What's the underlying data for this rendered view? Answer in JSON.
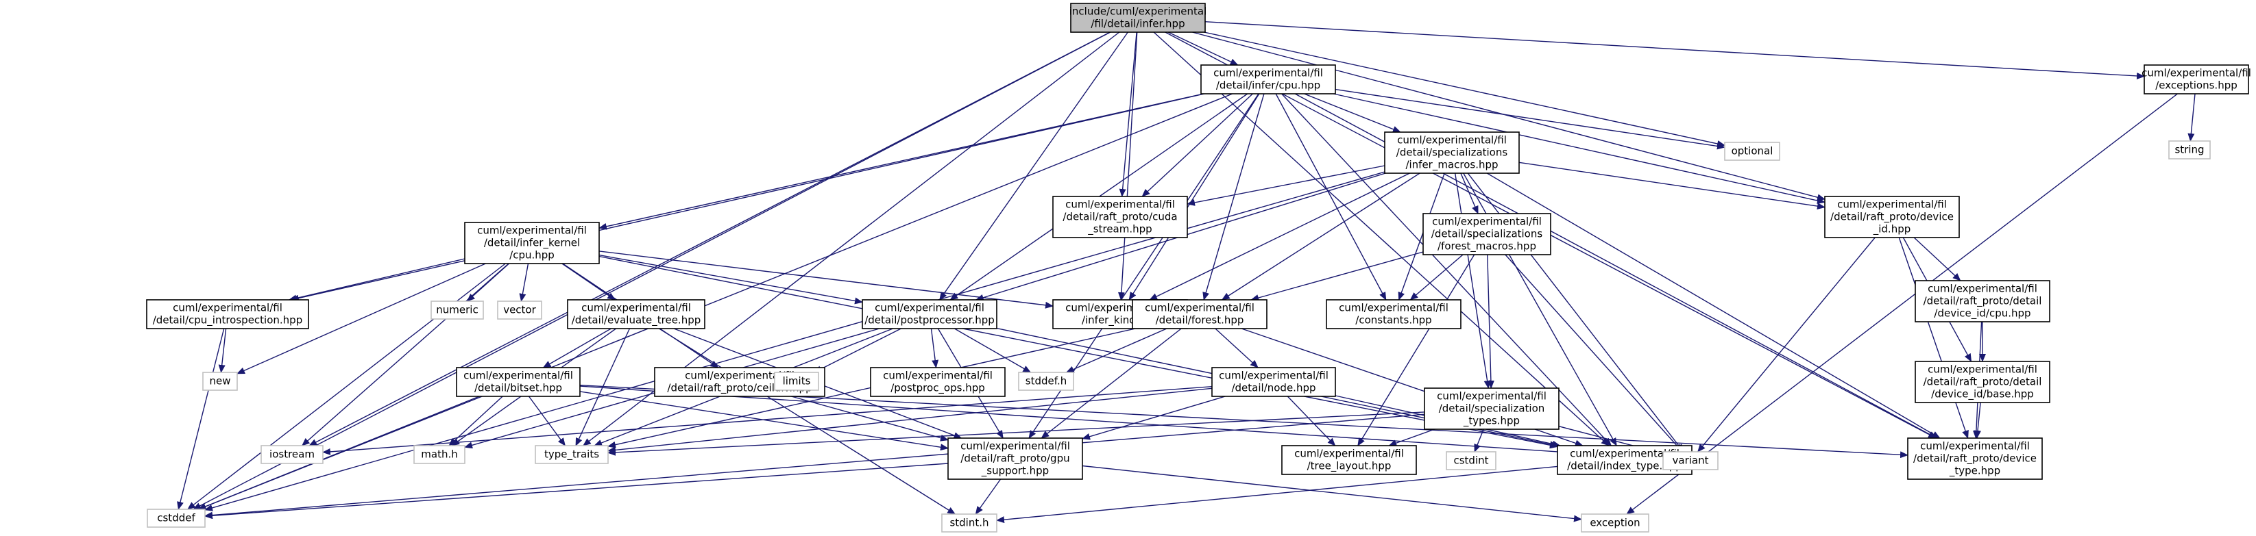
{
  "colors": {
    "edge": "#191970",
    "root_fill": "#bfbfbf",
    "ext_border": "#bfbfbf"
  },
  "nodes": [
    {
      "id": "infer",
      "kind": "root",
      "lines": [
        "include/cuml/experimental",
        "/fil/detail/infer.hpp"
      ]
    },
    {
      "id": "cpu",
      "kind": "main",
      "lines": [
        "cuml/experimental/fil",
        "/detail/infer/cpu.hpp"
      ]
    },
    {
      "id": "exceptions",
      "kind": "main",
      "lines": [
        "cuml/experimental/fil",
        "/exceptions.hpp"
      ]
    },
    {
      "id": "optional",
      "kind": "ext",
      "lines": [
        "optional"
      ]
    },
    {
      "id": "string",
      "kind": "ext",
      "lines": [
        "string"
      ]
    },
    {
      "id": "infer_macros",
      "kind": "main",
      "lines": [
        "cuml/experimental/fil",
        "/detail/specializations",
        "/infer_macros.hpp"
      ]
    },
    {
      "id": "cuda_stream",
      "kind": "main",
      "lines": [
        "cuml/experimental/fil",
        "/detail/raft_proto/cuda",
        "_stream.hpp"
      ]
    },
    {
      "id": "device_id",
      "kind": "main",
      "lines": [
        "cuml/experimental/fil",
        "/detail/raft_proto/device",
        "_id.hpp"
      ]
    },
    {
      "id": "infer_kernel",
      "kind": "main",
      "lines": [
        "cuml/experimental/fil",
        "/detail/infer_kernel",
        "/cpu.hpp"
      ]
    },
    {
      "id": "forest_macros",
      "kind": "main",
      "lines": [
        "cuml/experimental/fil",
        "/detail/specializations",
        "/forest_macros.hpp"
      ]
    },
    {
      "id": "device_id_cpu",
      "kind": "main",
      "lines": [
        "cuml/experimental/fil",
        "/detail/raft_proto/detail",
        "/device_id/cpu.hpp"
      ]
    },
    {
      "id": "cpu_intro",
      "kind": "main",
      "lines": [
        "cuml/experimental/fil",
        "/detail/cpu_introspection.hpp"
      ]
    },
    {
      "id": "numeric",
      "kind": "ext",
      "lines": [
        "numeric"
      ]
    },
    {
      "id": "vector",
      "kind": "ext",
      "lines": [
        "vector"
      ]
    },
    {
      "id": "evaluate_tree",
      "kind": "main",
      "lines": [
        "cuml/experimental/fil",
        "/detail/evaluate_tree.hpp"
      ]
    },
    {
      "id": "postprocessor",
      "kind": "main",
      "lines": [
        "cuml/experimental/fil",
        "/detail/postprocessor.hpp"
      ]
    },
    {
      "id": "infer_kind",
      "kind": "main",
      "lines": [
        "cuml/experimental/fil",
        "/infer_kind.hpp"
      ]
    },
    {
      "id": "forest",
      "kind": "main",
      "lines": [
        "cuml/experimental/fil",
        "/detail/forest.hpp"
      ]
    },
    {
      "id": "constants",
      "kind": "main",
      "lines": [
        "cuml/experimental/fil",
        "/constants.hpp"
      ]
    },
    {
      "id": "device_id_base",
      "kind": "main",
      "lines": [
        "cuml/experimental/fil",
        "/detail/raft_proto/detail",
        "/device_id/base.hpp"
      ]
    },
    {
      "id": "new",
      "kind": "ext",
      "lines": [
        "new"
      ]
    },
    {
      "id": "bitset",
      "kind": "main",
      "lines": [
        "cuml/experimental/fil",
        "/detail/bitset.hpp"
      ]
    },
    {
      "id": "ceildiv",
      "kind": "main",
      "lines": [
        "cuml/experimental/fil",
        "/detail/raft_proto/ceildiv.hpp"
      ]
    },
    {
      "id": "limits",
      "kind": "ext",
      "lines": [
        "limits"
      ]
    },
    {
      "id": "postproc_ops",
      "kind": "main",
      "lines": [
        "cuml/experimental/fil",
        "/postproc_ops.hpp"
      ]
    },
    {
      "id": "stddef",
      "kind": "ext",
      "lines": [
        "stddef.h"
      ]
    },
    {
      "id": "node",
      "kind": "main",
      "lines": [
        "cuml/experimental/fil",
        "/detail/node.hpp"
      ]
    },
    {
      "id": "spec_types",
      "kind": "main",
      "lines": [
        "cuml/experimental/fil",
        "/detail/specialization",
        "_types.hpp"
      ]
    },
    {
      "id": "iostream",
      "kind": "ext",
      "lines": [
        "iostream"
      ]
    },
    {
      "id": "math",
      "kind": "ext",
      "lines": [
        "math.h"
      ]
    },
    {
      "id": "type_traits",
      "kind": "ext",
      "lines": [
        "type_traits"
      ]
    },
    {
      "id": "gpu_support",
      "kind": "main",
      "lines": [
        "cuml/experimental/fil",
        "/detail/raft_proto/gpu",
        "_support.hpp"
      ]
    },
    {
      "id": "tree_layout",
      "kind": "main",
      "lines": [
        "cuml/experimental/fil",
        "/tree_layout.hpp"
      ]
    },
    {
      "id": "cstdint",
      "kind": "ext",
      "lines": [
        "cstdint"
      ]
    },
    {
      "id": "index_type",
      "kind": "main",
      "lines": [
        "cuml/experimental/fil",
        "/detail/index_type.hpp"
      ]
    },
    {
      "id": "variant",
      "kind": "ext",
      "lines": [
        "variant"
      ]
    },
    {
      "id": "device_type",
      "kind": "main",
      "lines": [
        "cuml/experimental/fil",
        "/detail/raft_proto/device",
        "_type.hpp"
      ]
    },
    {
      "id": "cstddef",
      "kind": "ext",
      "lines": [
        "cstddef"
      ]
    },
    {
      "id": "stdint",
      "kind": "ext",
      "lines": [
        "stdint.h"
      ]
    },
    {
      "id": "exception",
      "kind": "ext",
      "lines": [
        "exception"
      ]
    }
  ],
  "edges": [
    [
      "infer",
      "cpu"
    ],
    [
      "infer",
      "exceptions"
    ],
    [
      "infer",
      "optional"
    ],
    [
      "infer",
      "device_id"
    ],
    [
      "infer",
      "cuda_stream"
    ],
    [
      "infer",
      "postprocessor"
    ],
    [
      "infer",
      "infer_kind"
    ],
    [
      "infer",
      "iostream"
    ],
    [
      "infer",
      "type_traits"
    ],
    [
      "infer",
      "cstddef"
    ],
    [
      "infer",
      "index_type"
    ],
    [
      "infer",
      "device_type"
    ],
    [
      "exceptions",
      "string"
    ],
    [
      "exceptions",
      "exception"
    ],
    [
      "cpu",
      "optional"
    ],
    [
      "cpu",
      "infer_macros"
    ],
    [
      "cpu",
      "cuda_stream"
    ],
    [
      "cpu",
      "device_id"
    ],
    [
      "cpu",
      "infer_kernel"
    ],
    [
      "cpu",
      "cpu_intro"
    ],
    [
      "cpu",
      "postprocessor"
    ],
    [
      "cpu",
      "infer_kind"
    ],
    [
      "cpu",
      "forest"
    ],
    [
      "cpu",
      "constants"
    ],
    [
      "cpu",
      "gpu_support"
    ],
    [
      "cpu",
      "index_type"
    ],
    [
      "cpu",
      "device_type"
    ],
    [
      "cpu",
      "cstddef"
    ],
    [
      "infer_macros",
      "cuda_stream"
    ],
    [
      "infer_macros",
      "device_id"
    ],
    [
      "infer_macros",
      "forest_macros"
    ],
    [
      "infer_macros",
      "postprocessor"
    ],
    [
      "infer_macros",
      "infer_kind"
    ],
    [
      "infer_macros",
      "forest"
    ],
    [
      "infer_macros",
      "constants"
    ],
    [
      "infer_macros",
      "spec_types"
    ],
    [
      "infer_macros",
      "index_type"
    ],
    [
      "infer_macros",
      "variant"
    ],
    [
      "infer_macros",
      "device_type"
    ],
    [
      "infer_macros",
      "cstddef"
    ],
    [
      "infer_kernel",
      "cpu_intro"
    ],
    [
      "infer_kernel",
      "numeric"
    ],
    [
      "infer_kernel",
      "vector"
    ],
    [
      "infer_kernel",
      "evaluate_tree"
    ],
    [
      "infer_kernel",
      "postprocessor"
    ],
    [
      "infer_kernel",
      "infer_kind"
    ],
    [
      "infer_kernel",
      "ceildiv"
    ],
    [
      "infer_kernel",
      "new"
    ],
    [
      "infer_kernel",
      "iostream"
    ],
    [
      "infer_kernel",
      "cstddef"
    ],
    [
      "infer_kernel",
      "index_type"
    ],
    [
      "forest_macros",
      "forest"
    ],
    [
      "forest_macros",
      "constants"
    ],
    [
      "forest_macros",
      "spec_types"
    ],
    [
      "forest_macros",
      "variant"
    ],
    [
      "forest_macros",
      "tree_layout"
    ],
    [
      "device_id",
      "device_id_cpu"
    ],
    [
      "device_id",
      "device_id_base"
    ],
    [
      "device_id",
      "device_type"
    ],
    [
      "device_id",
      "variant"
    ],
    [
      "device_id_cpu",
      "device_id_base"
    ],
    [
      "device_id_cpu",
      "device_type"
    ],
    [
      "device_id_base",
      "device_type"
    ],
    [
      "cpu_intro",
      "new"
    ],
    [
      "cpu_intro",
      "cstddef"
    ],
    [
      "evaluate_tree",
      "bitset"
    ],
    [
      "evaluate_tree",
      "math"
    ],
    [
      "evaluate_tree",
      "type_traits"
    ],
    [
      "evaluate_tree",
      "gpu_support"
    ],
    [
      "evaluate_tree",
      "stdint"
    ],
    [
      "postprocessor",
      "limits"
    ],
    [
      "postprocessor",
      "postproc_ops"
    ],
    [
      "postprocessor",
      "stddef"
    ],
    [
      "postprocessor",
      "gpu_support"
    ],
    [
      "postprocessor",
      "type_traits"
    ],
    [
      "postprocessor",
      "math"
    ],
    [
      "postprocessor",
      "index_type"
    ],
    [
      "forest",
      "node"
    ],
    [
      "forest",
      "stddef"
    ],
    [
      "forest",
      "gpu_support"
    ],
    [
      "forest",
      "index_type"
    ],
    [
      "forest",
      "type_traits"
    ],
    [
      "node",
      "gpu_support"
    ],
    [
      "node",
      "tree_layout"
    ],
    [
      "node",
      "index_type"
    ],
    [
      "node",
      "iostream"
    ],
    [
      "node",
      "type_traits"
    ],
    [
      "bitset",
      "math"
    ],
    [
      "bitset",
      "type_traits"
    ],
    [
      "bitset",
      "gpu_support"
    ],
    [
      "bitset",
      "cstddef"
    ],
    [
      "bitset",
      "variant"
    ],
    [
      "bitset",
      "device_type"
    ],
    [
      "ceildiv",
      "gpu_support"
    ],
    [
      "spec_types",
      "tree_layout"
    ],
    [
      "spec_types",
      "cstdint"
    ],
    [
      "spec_types",
      "variant"
    ],
    [
      "spec_types",
      "type_traits"
    ],
    [
      "spec_types",
      "cstddef"
    ],
    [
      "gpu_support",
      "cstddef"
    ],
    [
      "gpu_support",
      "stdint"
    ],
    [
      "gpu_support",
      "exception"
    ],
    [
      "index_type",
      "stdint"
    ]
  ]
}
